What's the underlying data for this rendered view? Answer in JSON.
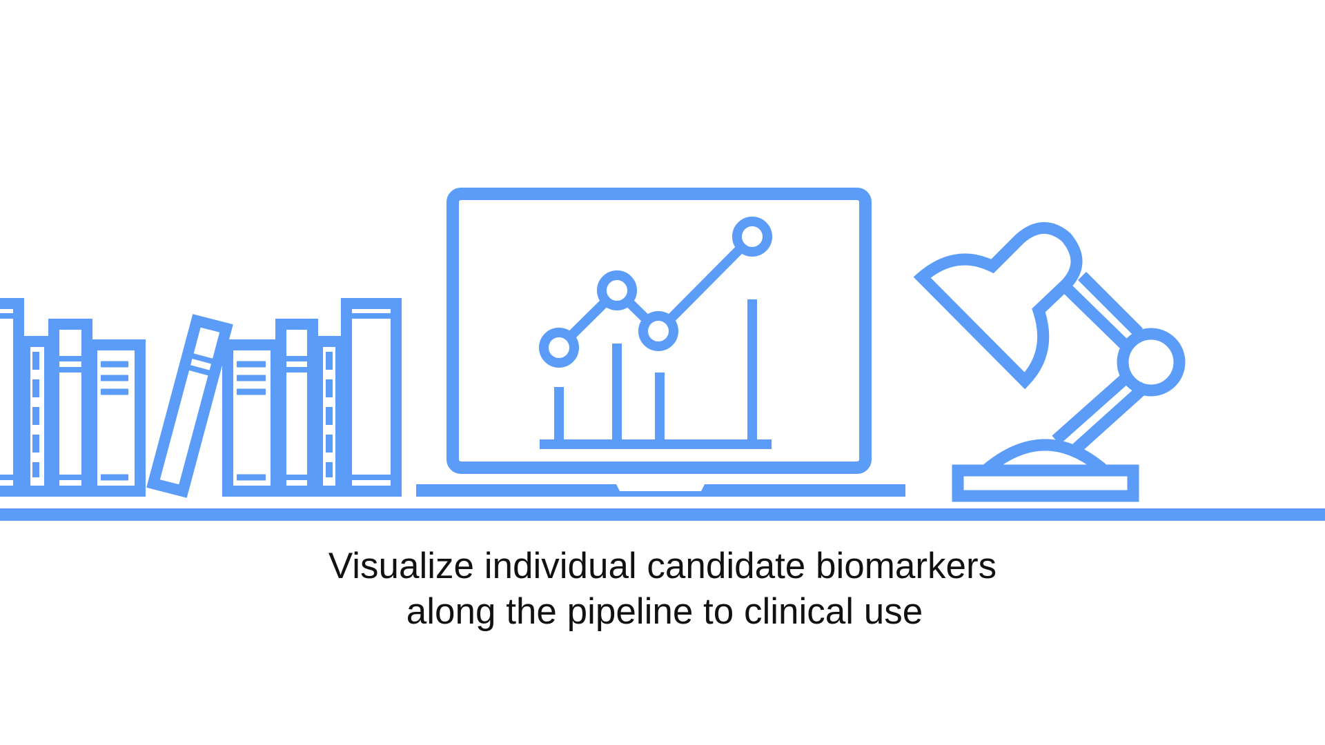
{
  "caption": {
    "line1": "Visualize individual candidate biomarkers",
    "line2": "along the pipeline to clinical use"
  },
  "colors": {
    "accent": "#5b9cf8",
    "text": "#111111",
    "background": "#ffffff"
  },
  "icons": [
    "books-icon",
    "laptop-icon",
    "chart-icon",
    "desk-lamp-icon",
    "shelf-line"
  ]
}
